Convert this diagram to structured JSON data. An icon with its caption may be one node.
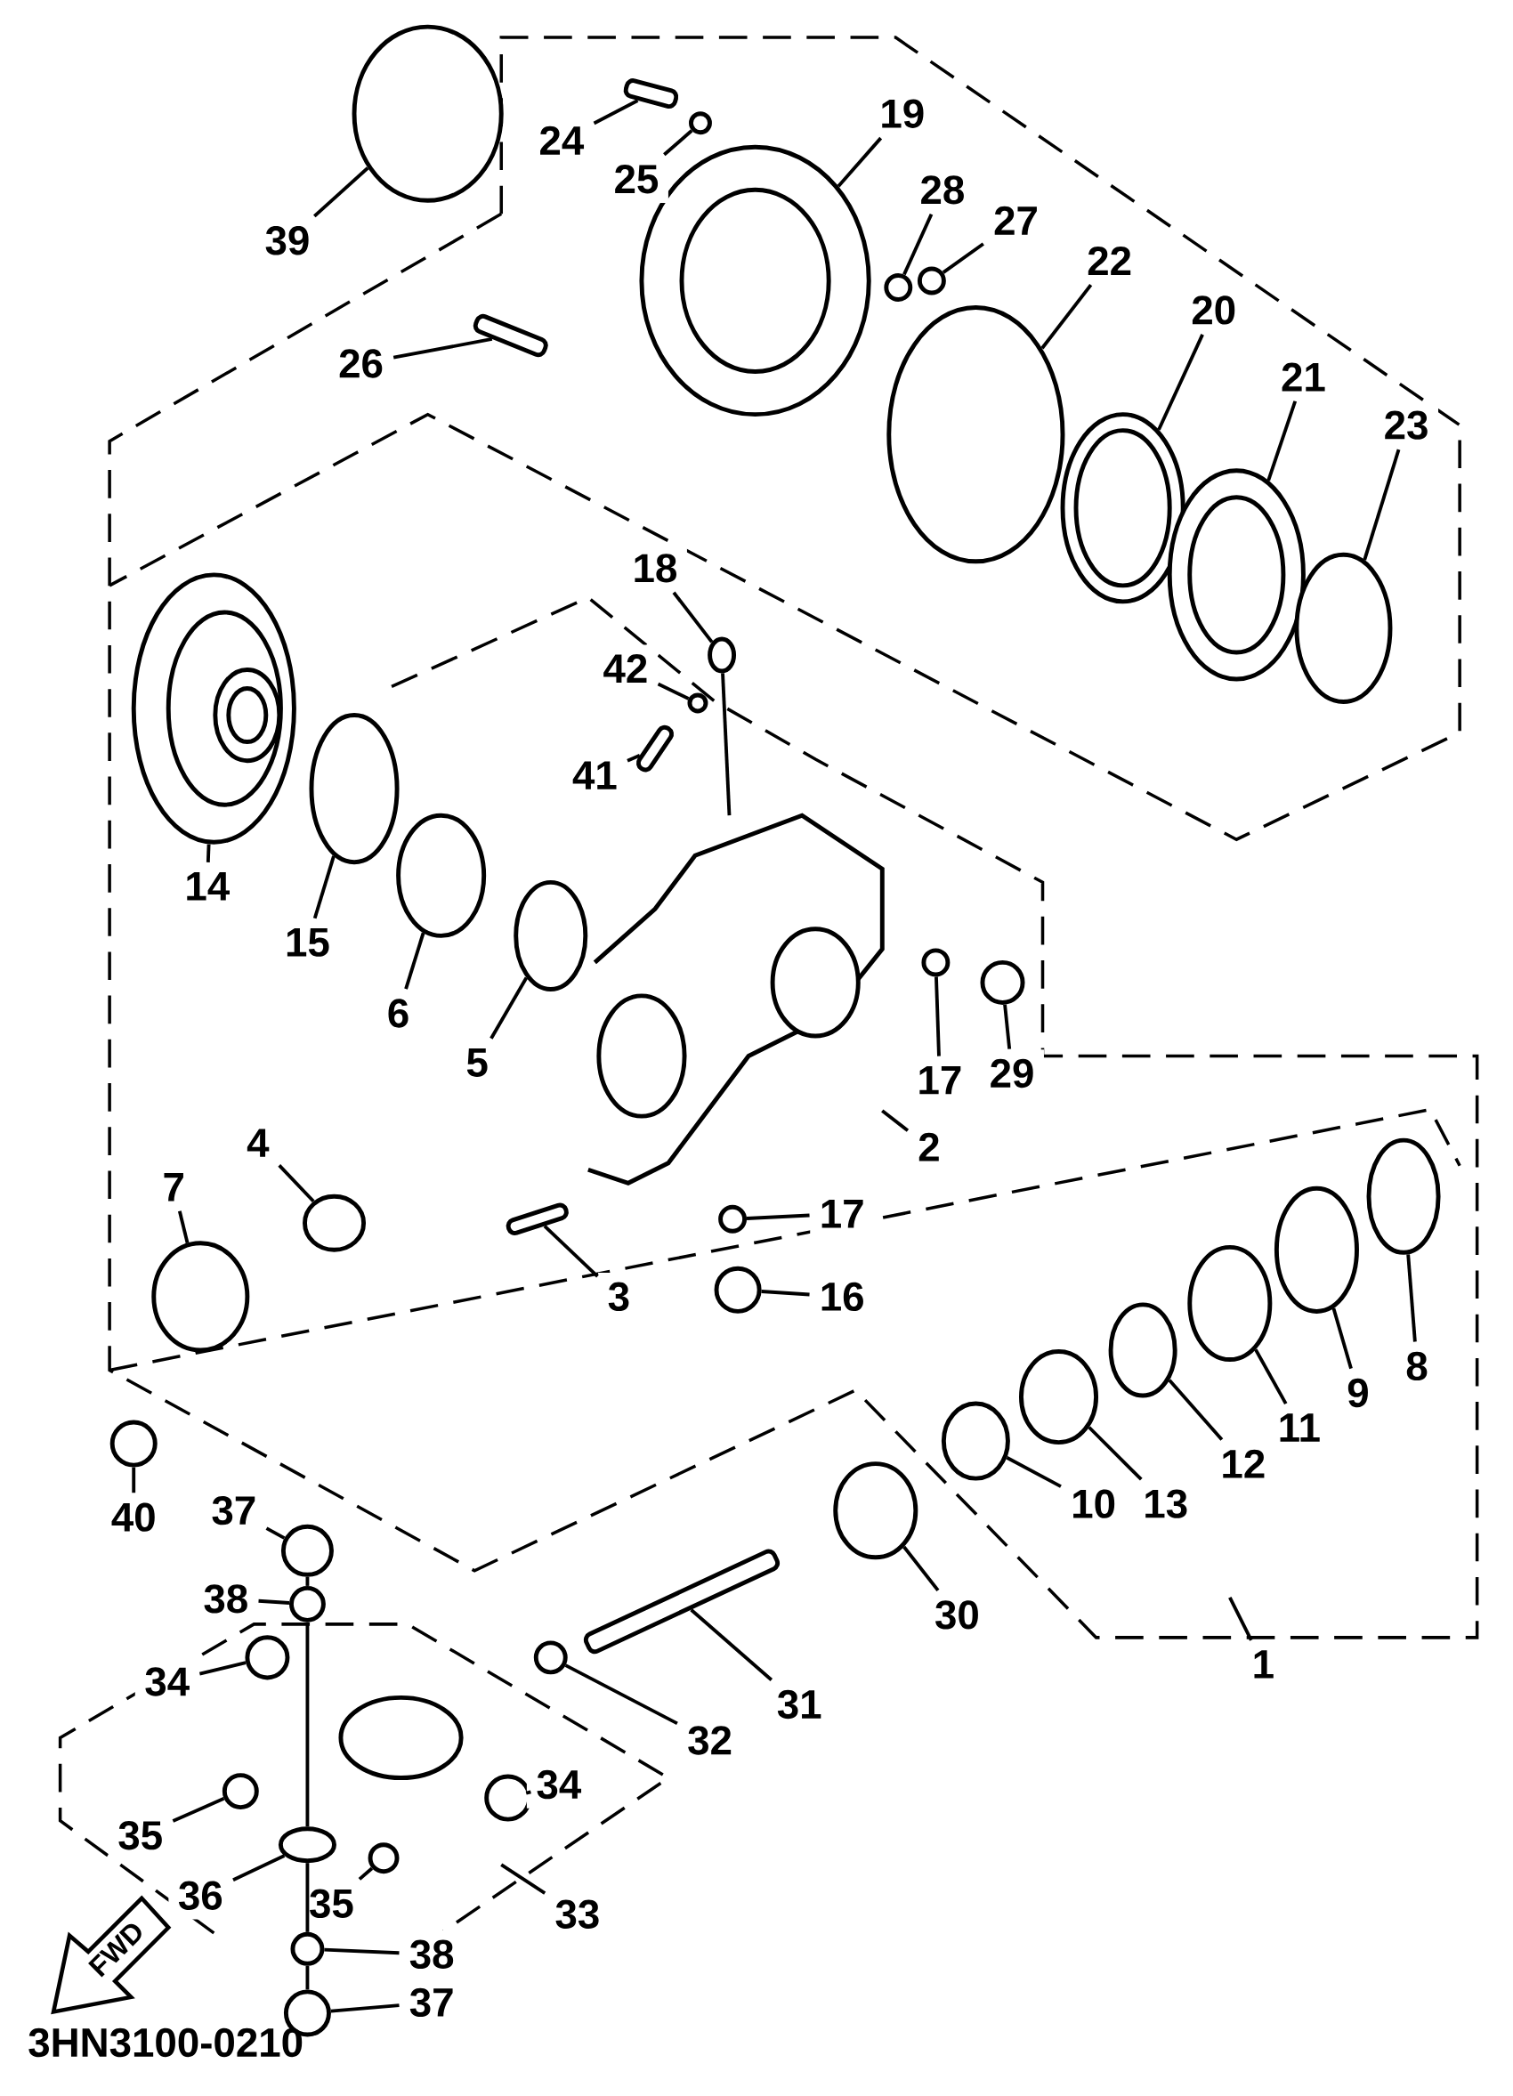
{
  "diagram": {
    "nodes": [
      {
        "text": [
          "39"
        ]
      },
      {
        "text": [
          "24"
        ]
      },
      {
        "text": [
          "25"
        ]
      },
      {
        "text": [
          "19"
        ]
      },
      {
        "text": [
          "28"
        ]
      },
      {
        "text": [
          "27"
        ]
      },
      {
        "text": [
          "22"
        ]
      },
      {
        "text": [
          "26"
        ]
      },
      {
        "text": [
          "20"
        ]
      },
      {
        "text": [
          "21"
        ]
      },
      {
        "text": [
          "23"
        ]
      },
      {
        "text": [
          "18"
        ]
      },
      {
        "text": [
          "42"
        ]
      },
      {
        "text": [
          "41"
        ]
      },
      {
        "text": [
          "14"
        ]
      },
      {
        "text": [
          "15"
        ]
      },
      {
        "text": [
          "6"
        ]
      },
      {
        "text": [
          "5"
        ]
      },
      {
        "text": [
          "2"
        ]
      },
      {
        "text": [
          "17"
        ]
      },
      {
        "text": [
          "29"
        ]
      },
      {
        "text": [
          "4"
        ]
      },
      {
        "text": [
          "7"
        ]
      },
      {
        "text": [
          "17"
        ]
      },
      {
        "text": [
          "3"
        ]
      },
      {
        "text": [
          "16"
        ]
      },
      {
        "text": [
          "8"
        ]
      },
      {
        "text": [
          "9"
        ]
      },
      {
        "text": [
          "11"
        ]
      },
      {
        "text": [
          "12"
        ]
      },
      {
        "text": [
          "13"
        ]
      },
      {
        "text": [
          "10"
        ]
      },
      {
        "text": [
          "40"
        ]
      },
      {
        "text": [
          "37"
        ]
      },
      {
        "text": [
          "38"
        ]
      },
      {
        "text": [
          "30"
        ]
      },
      {
        "text": [
          "1"
        ]
      },
      {
        "text": [
          "34"
        ]
      },
      {
        "text": [
          "31"
        ]
      },
      {
        "text": [
          "32"
        ]
      },
      {
        "text": [
          "34"
        ]
      },
      {
        "text": [
          "35"
        ]
      },
      {
        "text": [
          "36"
        ]
      },
      {
        "text": [
          "35"
        ]
      },
      {
        "text": [
          "33"
        ]
      },
      {
        "text": [
          "38"
        ]
      },
      {
        "text": [
          "37"
        ]
      },
      {
        "text": [],
        "shape": "circle"
      },
      {
        "text": [],
        "shape": "bar"
      },
      {
        "text": [],
        "shape": "circle"
      },
      {
        "text": [],
        "shape": "picture"
      },
      {
        "text": [],
        "shape": "circle"
      },
      {
        "text": [],
        "shape": "circle"
      },
      {
        "text": [],
        "shape": "circle"
      },
      {
        "text": [],
        "shape": "bar"
      },
      {
        "text": [],
        "shape": "picture"
      },
      {
        "text": [],
        "shape": "picture"
      },
      {
        "text": [],
        "shape": "circle"
      },
      {
        "text": [],
        "shape": "circle"
      },
      {
        "text": [],
        "shape": "circle"
      },
      {
        "text": [],
        "shape": "bar"
      },
      {
        "text": [],
        "shape": "picture"
      },
      {
        "text": [],
        "shape": "circle"
      },
      {
        "text": [],
        "shape": "circle"
      },
      {
        "text": [],
        "shape": "circle"
      },
      {
        "text": [],
        "shape": "picture"
      },
      {
        "text": [],
        "shape": "circle"
      },
      {
        "text": [],
        "shape": "circle"
      },
      {
        "text": [],
        "shape": "circle"
      },
      {
        "text": [],
        "shape": "circle"
      },
      {
        "text": [],
        "shape": "circle"
      },
      {
        "text": [],
        "shape": "bar"
      },
      {
        "text": [],
        "shape": "circle"
      },
      {
        "text": [],
        "shape": "circle"
      },
      {
        "text": [],
        "shape": "circle"
      },
      {
        "text": [],
        "shape": "circle"
      },
      {
        "text": [],
        "shape": "circle"
      },
      {
        "text": [],
        "shape": "circle"
      },
      {
        "text": [],
        "shape": "circle"
      },
      {
        "text": [],
        "shape": "circle"
      },
      {
        "text": [],
        "shape": "circle"
      },
      {
        "text": [],
        "shape": "circle"
      },
      {
        "text": [],
        "shape": "circle"
      },
      {
        "text": [],
        "shape": "circle"
      },
      {
        "text": [],
        "shape": "bar"
      },
      {
        "text": [],
        "shape": "circle"
      },
      {
        "text": [],
        "shape": "circle"
      },
      {
        "text": [],
        "shape": "circle"
      },
      {
        "text": [],
        "shape": "circle"
      },
      {
        "text": [],
        "shape": "circle"
      },
      {
        "text": [],
        "shape": "circle"
      },
      {
        "text": [],
        "shape": "circle"
      }
    ],
    "edges": [
      {
        "from": 0,
        "to": 47,
        "arrow": "none"
      },
      {
        "from": 1,
        "to": 48,
        "arrow": "none"
      },
      {
        "from": 2,
        "to": 49,
        "arrow": "none"
      },
      {
        "from": 3,
        "to": 50,
        "arrow": "none"
      },
      {
        "from": 4,
        "to": 51,
        "arrow": "none"
      },
      {
        "from": 5,
        "to": 52,
        "arrow": "none"
      },
      {
        "from": 6,
        "to": 53,
        "arrow": "none"
      },
      {
        "from": 7,
        "to": 54,
        "arrow": "none"
      },
      {
        "from": 8,
        "to": 55,
        "arrow": "none"
      },
      {
        "from": 9,
        "to": 56,
        "arrow": "none"
      },
      {
        "from": 10,
        "to": 57,
        "arrow": "none"
      },
      {
        "from": 11,
        "to": 58,
        "arrow": "none"
      },
      {
        "from": 12,
        "to": 59,
        "arrow": "none"
      },
      {
        "from": 13,
        "to": 60,
        "arrow": "none"
      },
      {
        "from": 14,
        "to": 61,
        "arrow": "none"
      },
      {
        "from": 15,
        "to": 62,
        "arrow": "none"
      },
      {
        "from": 16,
        "to": 63,
        "arrow": "none"
      },
      {
        "from": 17,
        "to": 64,
        "arrow": "none"
      },
      {
        "from": 18,
        "to": 65,
        "arrow": "none"
      },
      {
        "from": 19,
        "to": 66,
        "arrow": "none"
      },
      {
        "from": 20,
        "to": 67,
        "arrow": "none"
      },
      {
        "from": 21,
        "to": 68,
        "arrow": "none"
      },
      {
        "from": 22,
        "to": 69,
        "arrow": "none"
      },
      {
        "from": 23,
        "to": 70,
        "arrow": "none"
      },
      {
        "from": 24,
        "to": 71,
        "arrow": "none"
      },
      {
        "from": 25,
        "to": 72,
        "arrow": "none"
      },
      {
        "from": 26,
        "to": 73,
        "arrow": "none"
      },
      {
        "from": 27,
        "to": 74,
        "arrow": "none"
      },
      {
        "from": 28,
        "to": 75,
        "arrow": "none"
      },
      {
        "from": 29,
        "to": 76,
        "arrow": "none"
      },
      {
        "from": 30,
        "to": 77,
        "arrow": "none"
      },
      {
        "from": 31,
        "to": 78,
        "arrow": "none"
      },
      {
        "from": 32,
        "to": 79,
        "arrow": "none"
      },
      {
        "from": 33,
        "to": 80,
        "arrow": "none"
      },
      {
        "from": 34,
        "to": 81,
        "arrow": "none"
      },
      {
        "from": 35,
        "to": 82,
        "arrow": "none"
      },
      {
        "from": 36,
        "to": null,
        "arrow": "none"
      },
      {
        "from": 37,
        "to": 83,
        "arrow": "none"
      },
      {
        "from": 38,
        "to": 84,
        "arrow": "none"
      },
      {
        "from": 39,
        "to": 85,
        "arrow": "none"
      },
      {
        "from": 40,
        "to": 86,
        "arrow": "none"
      },
      {
        "from": 41,
        "to": 87,
        "arrow": "none"
      },
      {
        "from": 42,
        "to": 88,
        "arrow": "none"
      },
      {
        "from": 43,
        "to": 89,
        "arrow": "none"
      },
      {
        "from": 44,
        "to": null,
        "arrow": "none"
      },
      {
        "from": 45,
        "to": 90,
        "arrow": "none"
      },
      {
        "from": 46,
        "to": 91,
        "arrow": "none"
      },
      {
        "from": 58,
        "to": 65,
        "arrow": "none"
      },
      {
        "from": 80,
        "to": 81,
        "arrow": "none"
      },
      {
        "from": 81,
        "to": 88,
        "arrow": "none"
      },
      {
        "from": 88,
        "to": 90,
        "arrow": "none"
      },
      {
        "from": 90,
        "to": 91,
        "arrow": "none"
      }
    ],
    "labels": [
      "FWD",
      "3HN3100-0210"
    ]
  }
}
